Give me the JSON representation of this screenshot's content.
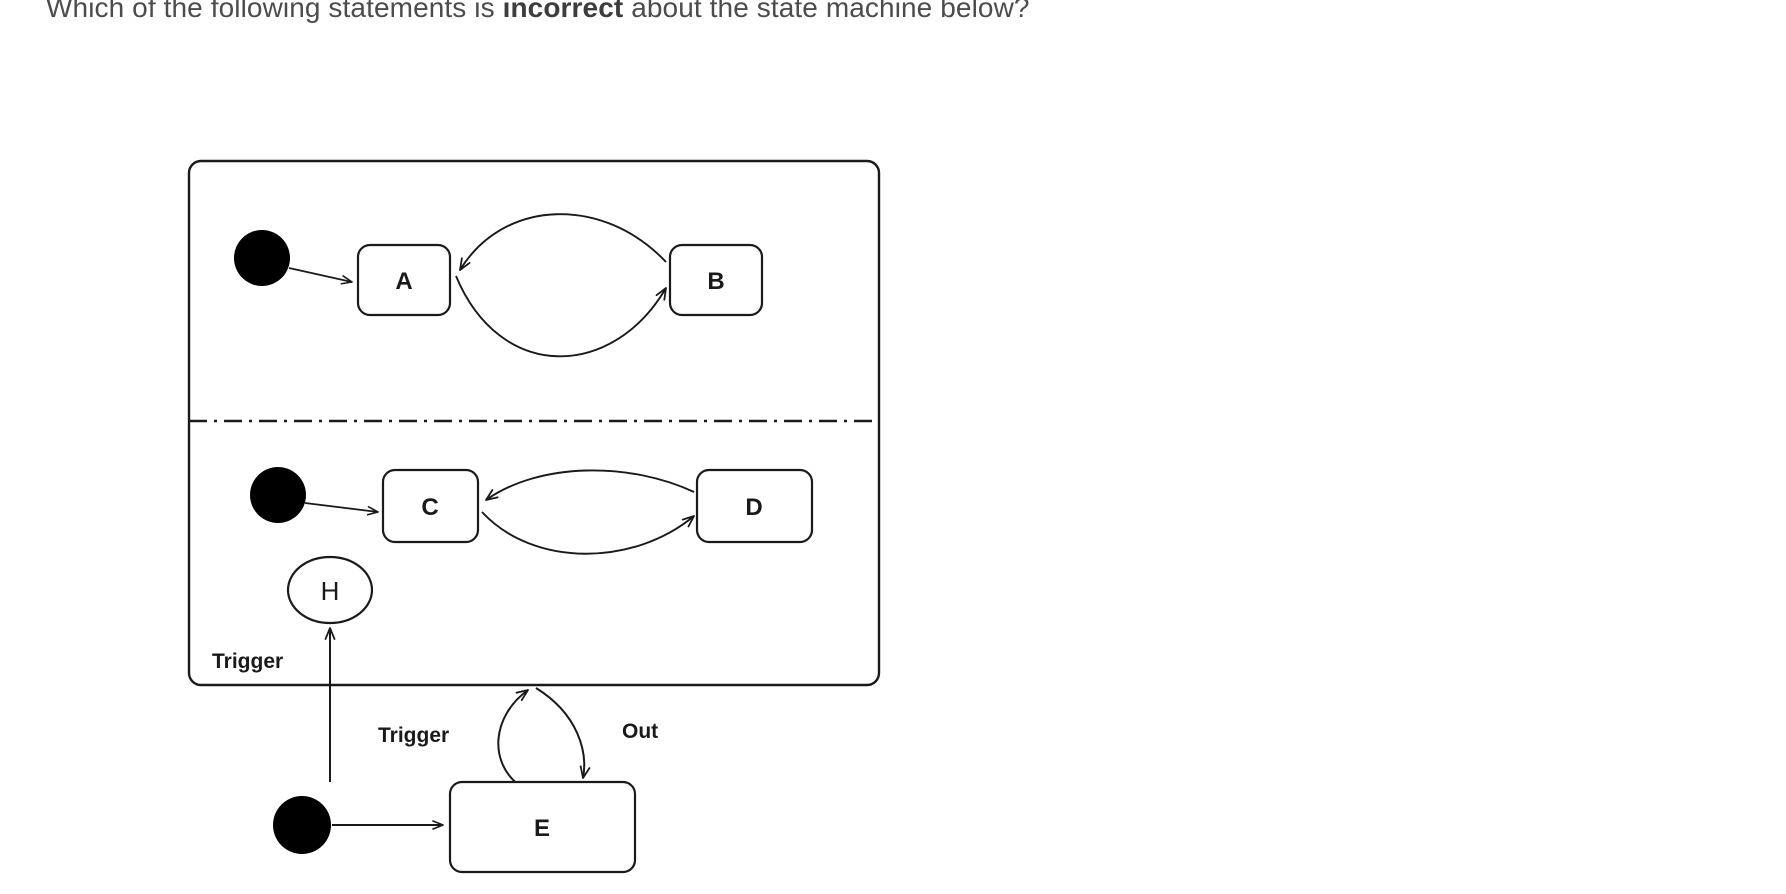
{
  "question": {
    "text_before": "Which of the following statements is ",
    "emphasis": "incorrect",
    "text_after": " about the state machine below?"
  },
  "diagram": {
    "kind": "uml-state-machine",
    "colors": {
      "stroke": "#1a1a1a",
      "fill": "#ffffff",
      "text": "#1a1a1a",
      "title_text": "#4c4c4e"
    },
    "outer_region": {
      "name": "composite-state",
      "separator_style": "dash-dot"
    },
    "regions": [
      {
        "name": "region-top",
        "initial_pseudostate": true,
        "states": [
          {
            "id": "A",
            "label": "A"
          },
          {
            "id": "B",
            "label": "B"
          }
        ]
      },
      {
        "name": "region-bottom",
        "initial_pseudostate": true,
        "states": [
          {
            "id": "C",
            "label": "C"
          },
          {
            "id": "D",
            "label": "D"
          }
        ],
        "history_pseudostate": {
          "label": "H"
        }
      }
    ],
    "outside_states": [
      {
        "id": "E",
        "label": "E",
        "initial_pseudostate": true
      }
    ],
    "transitions": [
      {
        "from": "initial-top",
        "to": "A",
        "label": ""
      },
      {
        "from": "A",
        "to": "B",
        "label": ""
      },
      {
        "from": "B",
        "to": "A",
        "label": ""
      },
      {
        "from": "initial-bottom",
        "to": "C",
        "label": ""
      },
      {
        "from": "C",
        "to": "D",
        "label": ""
      },
      {
        "from": "D",
        "to": "C",
        "label": ""
      },
      {
        "from": "E",
        "to": "H",
        "label": "Trigger"
      },
      {
        "from": "E",
        "to": "composite-state",
        "label": "Trigger"
      },
      {
        "from": "composite-state",
        "to": "E",
        "label": "Out"
      },
      {
        "from": "initial-e",
        "to": "E",
        "label": ""
      }
    ],
    "labels": {
      "trigger_history": "Trigger",
      "trigger_composite": "Trigger",
      "out": "Out"
    }
  }
}
